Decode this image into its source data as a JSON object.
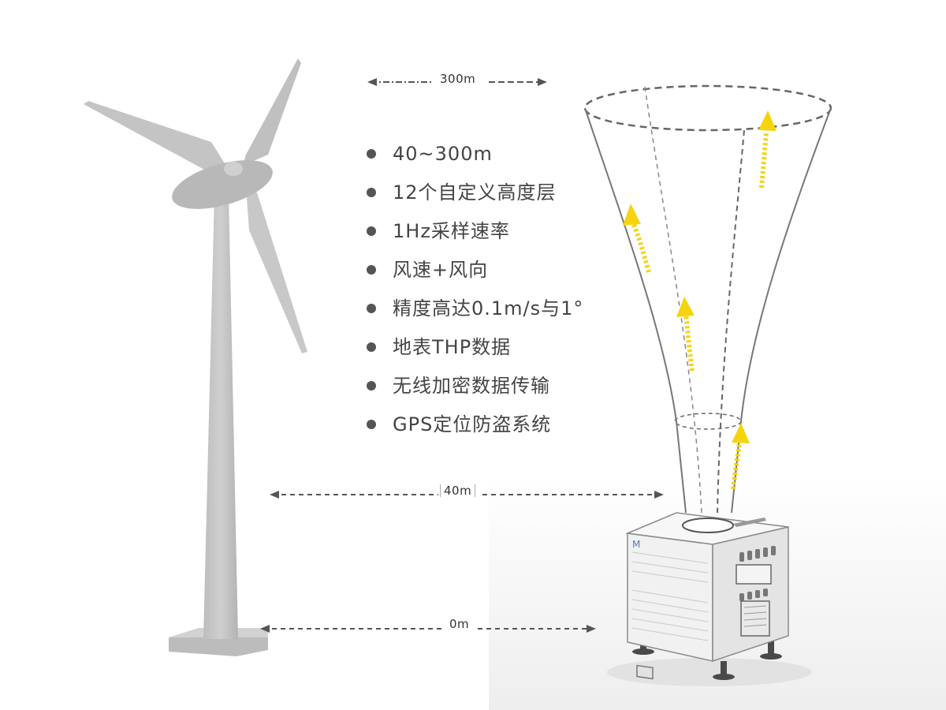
{
  "dimensions": {
    "top_span": "300m",
    "mid_span": "40m",
    "ground": "0m"
  },
  "features": [
    "40~300m",
    "12个自定义高度层",
    "1Hz采样速率",
    "风速+风向",
    "精度高达0.1m/s与1°",
    "地表THP数据",
    "无线加密数据传输",
    "GPS定位防盗系统"
  ],
  "device": {
    "logo_letter": "M"
  },
  "colors": {
    "turbine": "#c6c6c6",
    "turbine_dark": "#a9a9a9",
    "arrow": "#f5d40f",
    "dashed_line": "#555555",
    "text": "#444444"
  },
  "icons": [
    "wind-turbine-illustration",
    "lidar-device-illustration",
    "yellow-up-arrow-icon"
  ]
}
